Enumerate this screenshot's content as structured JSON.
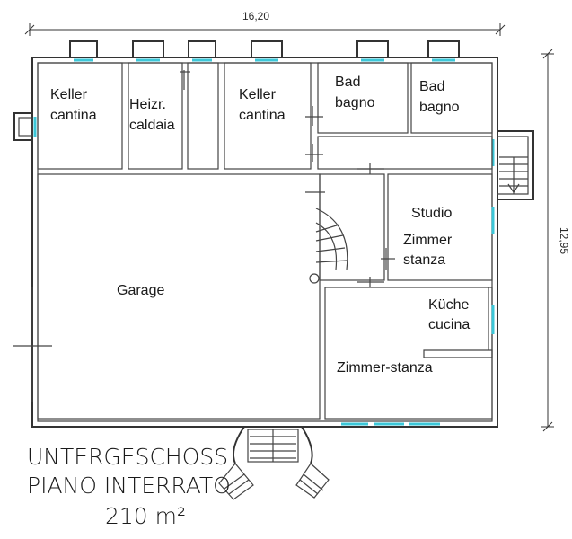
{
  "dimensions": {
    "width": "16,20",
    "height": "12,95"
  },
  "rooms": [
    {
      "id": "keller-1",
      "line1": "Keller",
      "line2": "cantina"
    },
    {
      "id": "heizung",
      "line1": "Heizr.",
      "line2": "caldaia"
    },
    {
      "id": "keller-2",
      "line1": "Keller",
      "line2": "cantina"
    },
    {
      "id": "bad-1",
      "line1": "Bad",
      "line2": "bagno"
    },
    {
      "id": "bad-2",
      "line1": "Bad",
      "line2": "bagno"
    },
    {
      "id": "garage",
      "line1": "Garage"
    },
    {
      "id": "studio",
      "line1": "Studio"
    },
    {
      "id": "zimmer-1",
      "line1": "Zimmer",
      "line2": "stanza"
    },
    {
      "id": "kueche",
      "line1": "Küche",
      "line2": "cucina"
    },
    {
      "id": "zimmer-2",
      "line1": "Zimmer-stanza"
    }
  ],
  "caption": {
    "line1": "UNTERGESCHOSS",
    "line2": "PIANO INTERRATO",
    "area": "210 m²"
  },
  "colors": {
    "wall": "#333333",
    "window": "#3cc7d8"
  }
}
